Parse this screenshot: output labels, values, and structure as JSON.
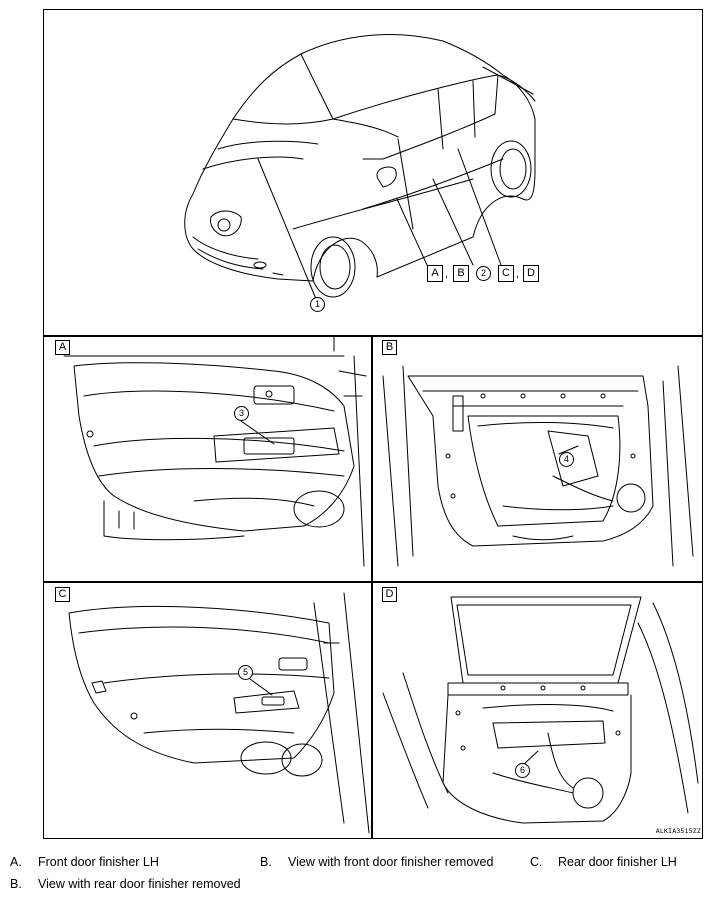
{
  "figure": {
    "code": "ALKIA3515ZZ",
    "main_callouts": [
      "1",
      "2"
    ],
    "main_refs": [
      "A",
      "B",
      "C",
      "D"
    ],
    "main_ref_separators": [
      ",",
      ","
    ],
    "panels": [
      {
        "tag": "A",
        "callout": "3"
      },
      {
        "tag": "B",
        "callout": "4"
      },
      {
        "tag": "C",
        "callout": "5"
      },
      {
        "tag": "D",
        "callout": "6"
      }
    ]
  },
  "legend": [
    {
      "key": "A.",
      "text": "Front door finisher LH"
    },
    {
      "key": "B.",
      "text": "View with front door finisher removed"
    },
    {
      "key": "C.",
      "text": "Rear door finisher LH"
    },
    {
      "key": "B.",
      "text": "View with rear door finisher removed"
    }
  ]
}
